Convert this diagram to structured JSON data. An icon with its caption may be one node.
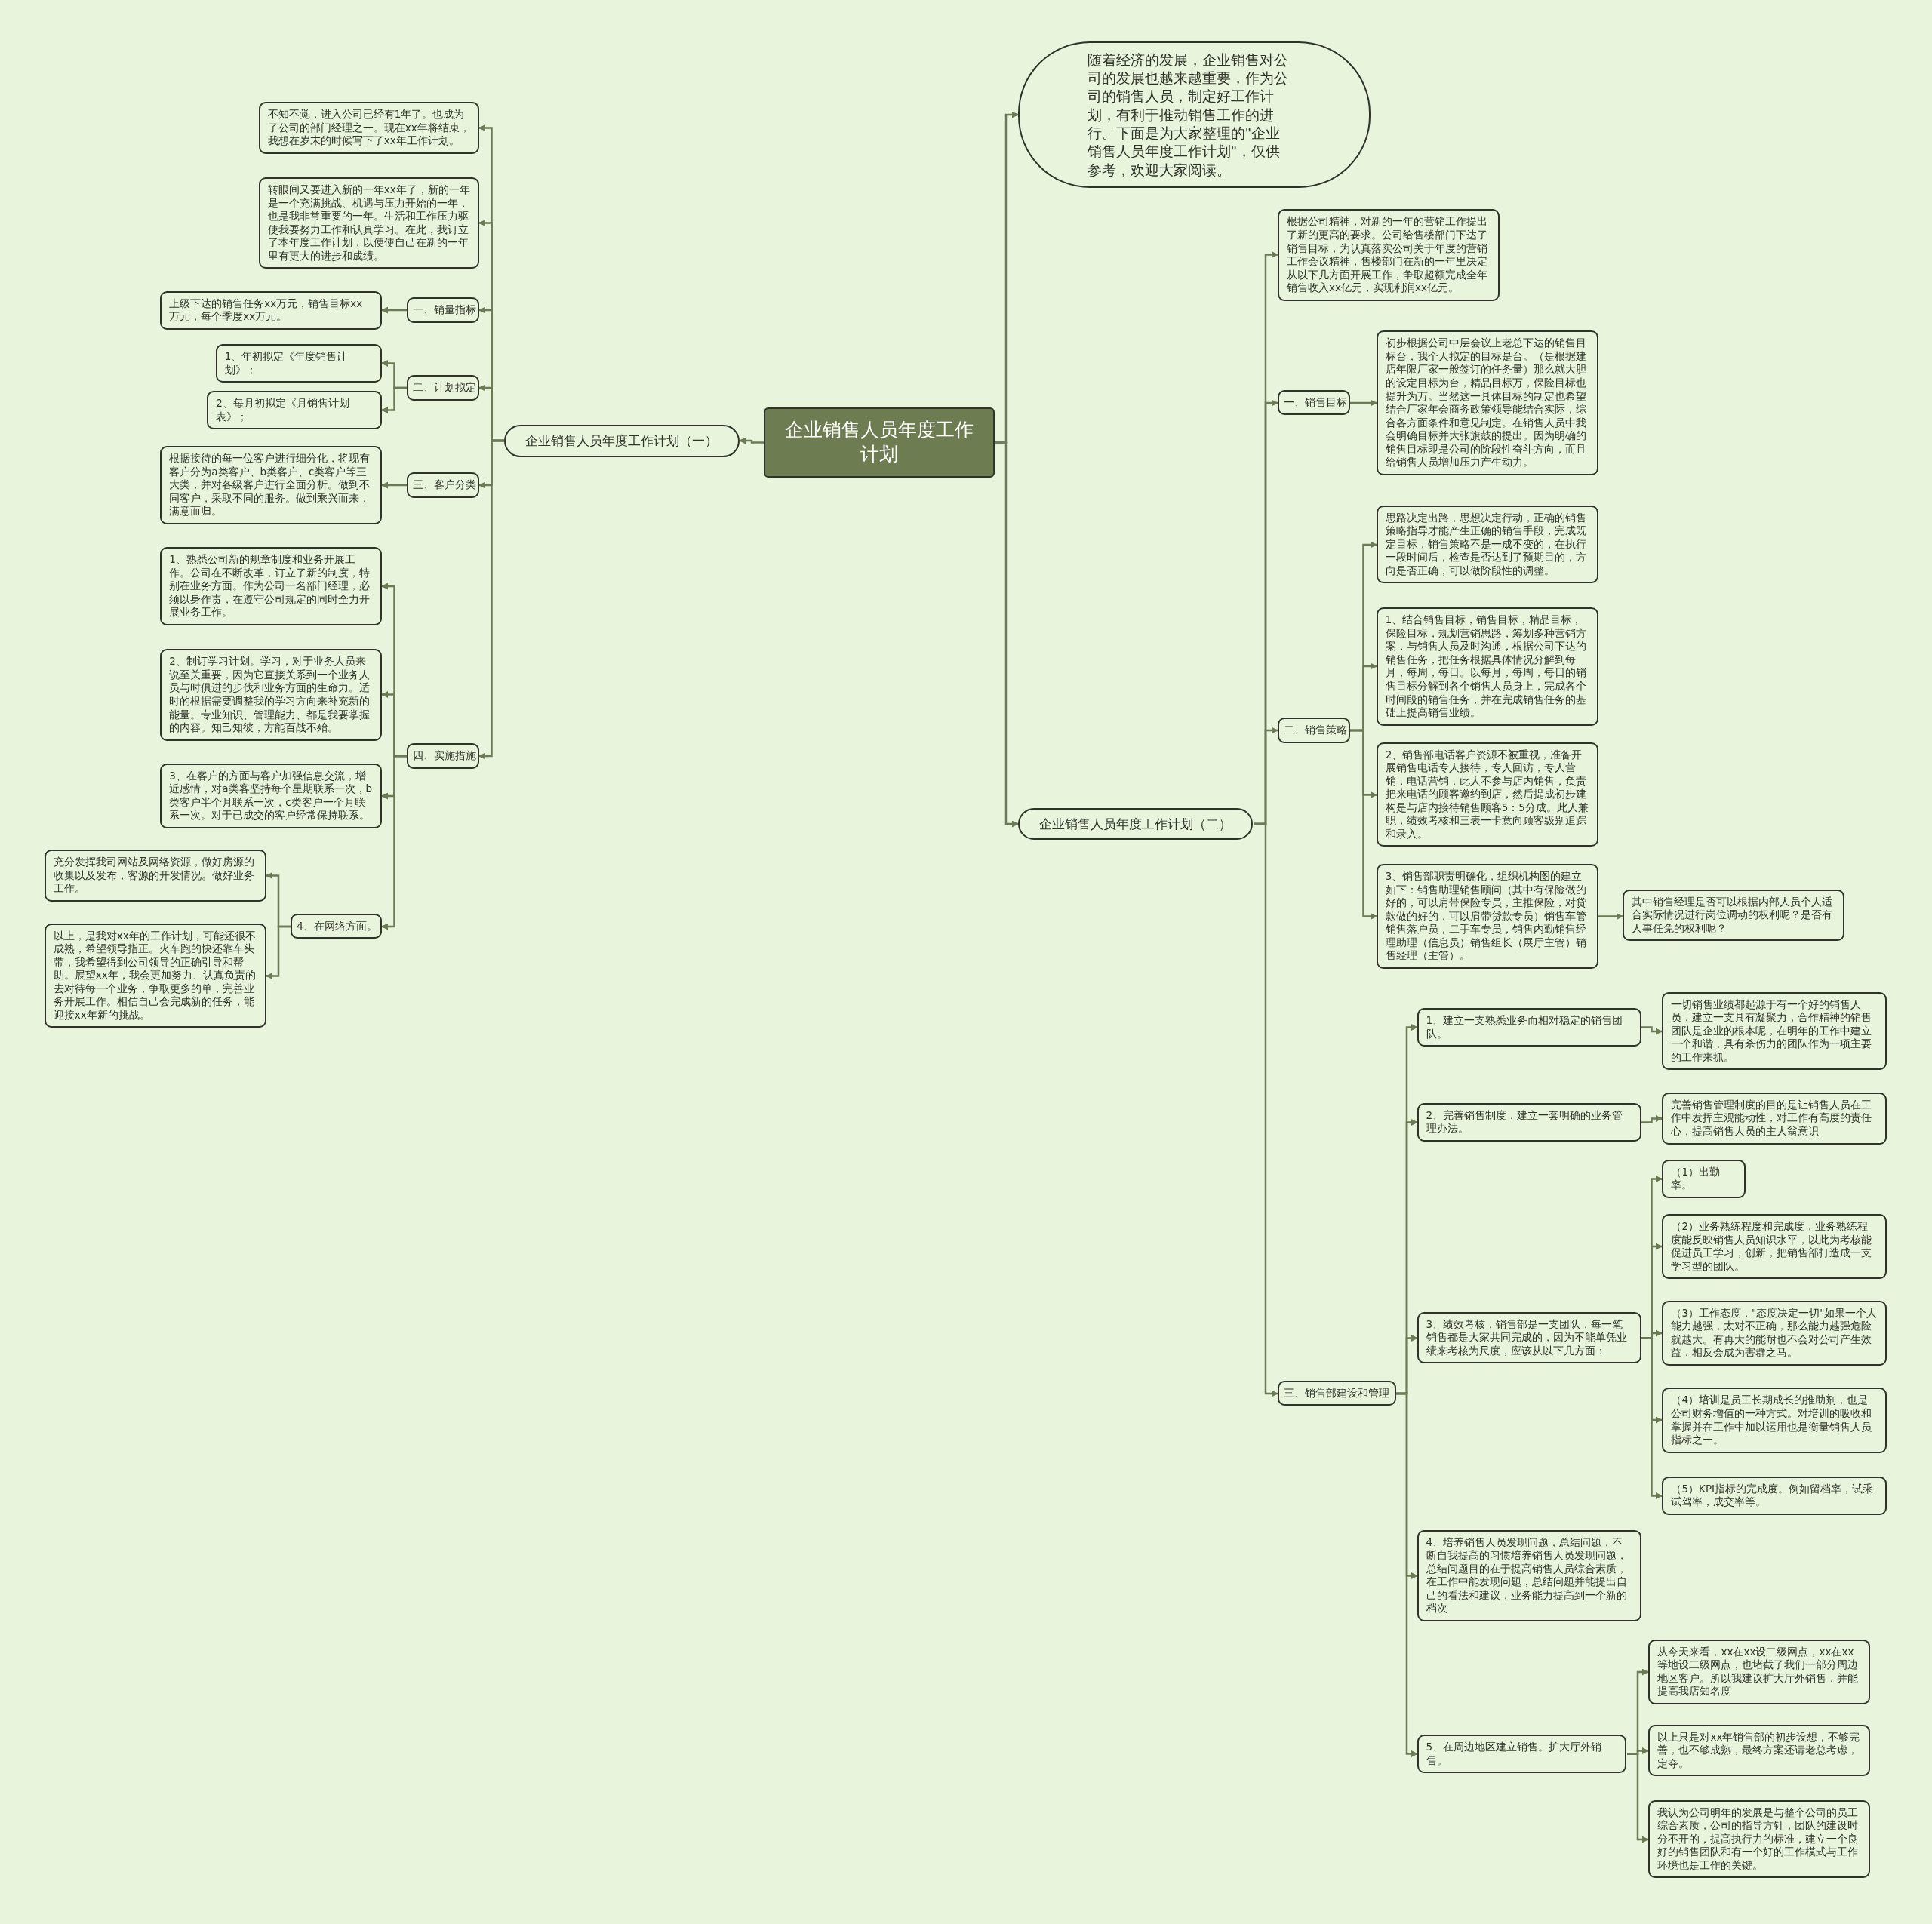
{
  "diagram": {
    "nodes": [
      {
        "text": [
          "企业销售人员年度工作计划"
        ]
      },
      {
        "text": [
          "随着经济的发展，企业销售对公司的发展也越来越重要，作为公司的销售人员，制定好工作计划，有利于推动销售工作的进行。下面是为大家整理的\"企业销售人员年度工作计划\"，仅供参考，欢迎大家阅读。"
        ]
      },
      {
        "text": [
          "企业销售人员年度工作计划（一）"
        ]
      },
      {
        "text": [
          "不知不觉，进入公司已经有1年了。也成为了公司的部门经理之一。现在xx年将结束，我想在岁末的时候写下了xx年工作计划。"
        ]
      },
      {
        "text": [
          "转眼间又要进入新的一年xx年了，新的一年是一个充满挑战、机遇与压力开始的一年，也是我非常重要的一年。生活和工作压力驱使我要努力工作和认真学习。在此，我订立了本年度工作计划，以便使自己在新的一年里有更大的进步和成绩。"
        ]
      },
      {
        "text": [
          "一、销量指标"
        ]
      },
      {
        "text": [
          "上级下达的销售任务xx万元，销售目标xx万元，每个季度xx万元。"
        ]
      },
      {
        "text": [
          "二、计划拟定"
        ]
      },
      {
        "text": [
          "1、年初拟定《年度销售计划》；"
        ]
      },
      {
        "text": [
          "2、每月初拟定《月销售计划表》；"
        ]
      },
      {
        "text": [
          "三、客户分类"
        ]
      },
      {
        "text": [
          "根据接待的每一位客户进行细分化，将现有客户分为a类客户、b类客户、c类客户等三大类，并对各级客户进行全面分析。做到不同客户，采取不同的服务。做到乘兴而来，满意而归。"
        ]
      },
      {
        "text": [
          "四、实施措施"
        ]
      },
      {
        "text": [
          "1、熟悉公司新的规章制度和业务开展工作。公司在不断改革，订立了新的制度，特别在业务方面。作为公司一名部门经理，必须以身作责，在遵守公司规定的同时全力开展业务工作。"
        ]
      },
      {
        "text": [
          "2、制订学习计划。学习，对于业务人员来说至关重要，因为它直接关系到一个业务人员与时俱进的步伐和业务方面的生命力。适时的根据需要调整我的学习方向来补充新的能量。专业知识、管理能力、都是我要掌握的内容。知己知彼，方能百战不殆。"
        ]
      },
      {
        "text": [
          "3、在客户的方面与客户加强信息交流，增近感情，对a类客坚持每个星期联系一次，b类客户半个月联系一次，c类客户一个月联系一次。对于已成交的客户经常保持联系。"
        ]
      },
      {
        "text": [
          "4、在网络方面。"
        ]
      },
      {
        "text": [
          "充分发挥我司网站及网络资源，做好房源的收集以及发布，客源的开发情况。做好业务工作。"
        ]
      },
      {
        "text": [
          "以上，是我对xx年的工作计划，可能还很不成熟，希望领导指正。火车跑的快还靠车头带，我希望得到公司领导的正确引导和帮助。展望xx年，我会更加努力、认真负责的去对待每一个业务，争取更多的单，完善业务开展工作。相信自己会完成新的任务，能迎接xx年新的挑战。"
        ]
      },
      {
        "text": [
          "企业销售人员年度工作计划（二）"
        ]
      },
      {
        "text": [
          "根据公司精神，对新的一年的营销工作提出了新的更高的要求。公司给售楼部门下达了销售目标，为认真落实公司关于年度的营销工作会议精神，售楼部门在新的一年里决定从以下几方面开展工作，争取超额完成全年销售收入xx亿元，实现利润xx亿元。"
        ]
      },
      {
        "text": [
          "一、销售目标"
        ]
      },
      {
        "text": [
          "初步根据公司中层会议上老总下达的销售目标台，我个人拟定的目标是台。（是根据建店年限厂家一般签订的任务量）那么就大胆的设定目标为台，精品目标万，保险目标也提升为万。当然这一具体目标的制定也希望结合厂家年会商务政策领导能结合实际，综合各方面条件和意见制定。在销售人员中我会明确目标并大张旗鼓的提出。因为明确的销售目标即是公司的阶段性奋斗方向，而且给销售人员增加压力产生动力。"
        ]
      },
      {
        "text": [
          "二、销售策略"
        ]
      },
      {
        "text": [
          "思路决定出路，思想决定行动，正确的销售策略指导才能产生正确的销售手段，完成既定目标，销售策略不是一成不变的，在执行一段时间后，检查是否达到了预期目的，方向是否正确，可以做阶段性的调整。"
        ]
      },
      {
        "text": [
          "1、结合销售目标，销售目标，精品目标，保险目标，规划营销思路，筹划多种营销方案，与销售人员及时沟通，根据公司下达的销售任务，把任务根据具体情况分解到每月，每周，每日。以每月，每周，每日的销售目标分解到各个销售人员身上，完成各个时间段的销售任务，并在完成销售任务的基础上提高销售业绩。"
        ]
      },
      {
        "text": [
          "2、销售部电话客户资源不被重视，准备开展销售电话专人接待，专人回访，专人营销，电话营销，此人不参与店内销售，负责把来电话的顾客邀约到店，然后提成初步建构是与店内接待销售顾客5：5分成。此人兼职，绩效考核和三表一卡意向顾客级别追踪和录入。"
        ]
      },
      {
        "text": [
          "3、销售部职责明确化，组织机构图的建立如下：销售助理销售顾问（其中有保险做的好的，可以肩带保险专员，主推保险，对贷款做的好的，可以肩带贷款专员）销售车管销售落户员，二手车专员，销售内勤销售经理助理（信息员）销售组长（展厅主管）销售经理（主管）。"
        ]
      },
      {
        "text": [
          "其中销售经理是否可以根据内部人员个人适合实际情况进行岗位调动的权利呢？是否有人事任免的权利呢？"
        ]
      },
      {
        "text": [
          "三、销售部建设和管理"
        ]
      },
      {
        "text": [
          "1、建立一支熟悉业务而相对稳定的销售团队。"
        ]
      },
      {
        "text": [
          "一切销售业绩都起源于有一个好的销售人员，建立一支具有凝聚力，合作精神的销售团队是企业的根本呢，在明年的工作中建立一个和谐，具有杀伤力的团队作为一项主要的工作来抓。"
        ]
      },
      {
        "text": [
          "2、完善销售制度，建立一套明确的业务管理办法。"
        ]
      },
      {
        "text": [
          "完善销售管理制度的目的是让销售人员在工作中发挥主观能动性，对工作有高度的责任心，提高销售人员的主人翁意识"
        ]
      },
      {
        "text": [
          "3、绩效考核，销售部是一支团队，每一笔销售都是大家共同完成的，因为不能单凭业绩来考核为尺度，应该从以下几方面："
        ]
      },
      {
        "text": [
          "（1）出勤率。"
        ]
      },
      {
        "text": [
          "（2）业务熟练程度和完成度，业务熟练程度能反映销售人员知识水平，以此为考核能促进员工学习，创新，把销售部打造成一支学习型的团队。"
        ]
      },
      {
        "text": [
          "（3）工作态度，\"态度决定一切\"如果一个人能力越强，太对不正确，那么能力越强危险就越大。有再大的能耐也不会对公司产生效益，相反会成为害群之马。"
        ]
      },
      {
        "text": [
          "（4）培训是员工长期成长的推助剂，也是公司财务增值的一种方式。对培训的吸收和掌握并在工作中加以运用也是衡量销售人员指标之一。"
        ]
      },
      {
        "text": [
          "（5）KPI指标的完成度。例如留档率，试乘试驾率，成交率等。"
        ]
      },
      {
        "text": [
          "4、培养销售人员发现问题，总结问题，不断自我提高的习惯培养销售人员发现问题，总结问题目的在于提高销售人员综合素质，在工作中能发现问题，总结问题并能提出自己的看法和建议，业务能力提高到一个新的档次"
        ]
      },
      {
        "text": [
          "5、在周边地区建立销售。扩大厅外销售。"
        ]
      },
      {
        "text": [
          "从今天来看，xx在xx设二级网点，xx在xx等地设二级网点，也堵截了我们一部分周边地区客户。所以我建议扩大厅外销售，并能提高我店知名度"
        ]
      },
      {
        "text": [
          "以上只是对xx年销售部的初步设想，不够完善，也不够成熟，最终方案还请老总考虑，定夺。"
        ]
      },
      {
        "text": [
          "我认为公司明年的发展是与整个公司的员工综合素质，公司的指导方针，团队的建设时分不开的，提高执行力的标准，建立一个良好的销售团队和有一个好的工作模式与工作环境也是工作的关键。"
        ]
      }
    ],
    "edges": [
      {
        "from": 0,
        "to": 1,
        "arrow": "to"
      },
      {
        "from": 0,
        "to": 2,
        "arrow": "to"
      },
      {
        "from": 0,
        "to": 19,
        "arrow": "to"
      },
      {
        "from": 2,
        "to": 3,
        "arrow": "to"
      },
      {
        "from": 2,
        "to": 4,
        "arrow": "to"
      },
      {
        "from": 2,
        "to": 5,
        "arrow": "to"
      },
      {
        "from": 5,
        "to": 6,
        "arrow": "to"
      },
      {
        "from": 2,
        "to": 7,
        "arrow": "to"
      },
      {
        "from": 7,
        "to": 8,
        "arrow": "to"
      },
      {
        "from": 7,
        "to": 9,
        "arrow": "to"
      },
      {
        "from": 2,
        "to": 10,
        "arrow": "to"
      },
      {
        "from": 10,
        "to": 11,
        "arrow": "to"
      },
      {
        "from": 2,
        "to": 12,
        "arrow": "to"
      },
      {
        "from": 12,
        "to": 13,
        "arrow": "to"
      },
      {
        "from": 12,
        "to": 14,
        "arrow": "to"
      },
      {
        "from": 12,
        "to": 15,
        "arrow": "to"
      },
      {
        "from": 12,
        "to": 16,
        "arrow": "to"
      },
      {
        "from": 16,
        "to": 17,
        "arrow": "to"
      },
      {
        "from": 16,
        "to": 18,
        "arrow": "to"
      },
      {
        "from": 19,
        "to": 20,
        "arrow": "to"
      },
      {
        "from": 19,
        "to": 21,
        "arrow": "to"
      },
      {
        "from": 21,
        "to": 22,
        "arrow": "to"
      },
      {
        "from": 19,
        "to": 23,
        "arrow": "to"
      },
      {
        "from": 23,
        "to": 24,
        "arrow": "to"
      },
      {
        "from": 23,
        "to": 25,
        "arrow": "to"
      },
      {
        "from": 23,
        "to": 26,
        "arrow": "to"
      },
      {
        "from": 23,
        "to": 27,
        "arrow": "to"
      },
      {
        "from": 27,
        "to": 28,
        "arrow": "to"
      },
      {
        "from": 19,
        "to": 29,
        "arrow": "to"
      },
      {
        "from": 29,
        "to": 30,
        "arrow": "to"
      },
      {
        "from": 30,
        "to": 31,
        "arrow": "to"
      },
      {
        "from": 29,
        "to": 32,
        "arrow": "to"
      },
      {
        "from": 32,
        "to": 33,
        "arrow": "to"
      },
      {
        "from": 29,
        "to": 34,
        "arrow": "to"
      },
      {
        "from": 34,
        "to": 35,
        "arrow": "to"
      },
      {
        "from": 34,
        "to": 36,
        "arrow": "to"
      },
      {
        "from": 34,
        "to": 37,
        "arrow": "to"
      },
      {
        "from": 34,
        "to": 38,
        "arrow": "to"
      },
      {
        "from": 34,
        "to": 39,
        "arrow": "to"
      },
      {
        "from": 29,
        "to": 40,
        "arrow": "to"
      },
      {
        "from": 29,
        "to": 41,
        "arrow": "to"
      },
      {
        "from": 41,
        "to": 42,
        "arrow": "to"
      },
      {
        "from": 41,
        "to": 43,
        "arrow": "to"
      },
      {
        "from": 41,
        "to": 44,
        "arrow": "to"
      }
    ]
  }
}
